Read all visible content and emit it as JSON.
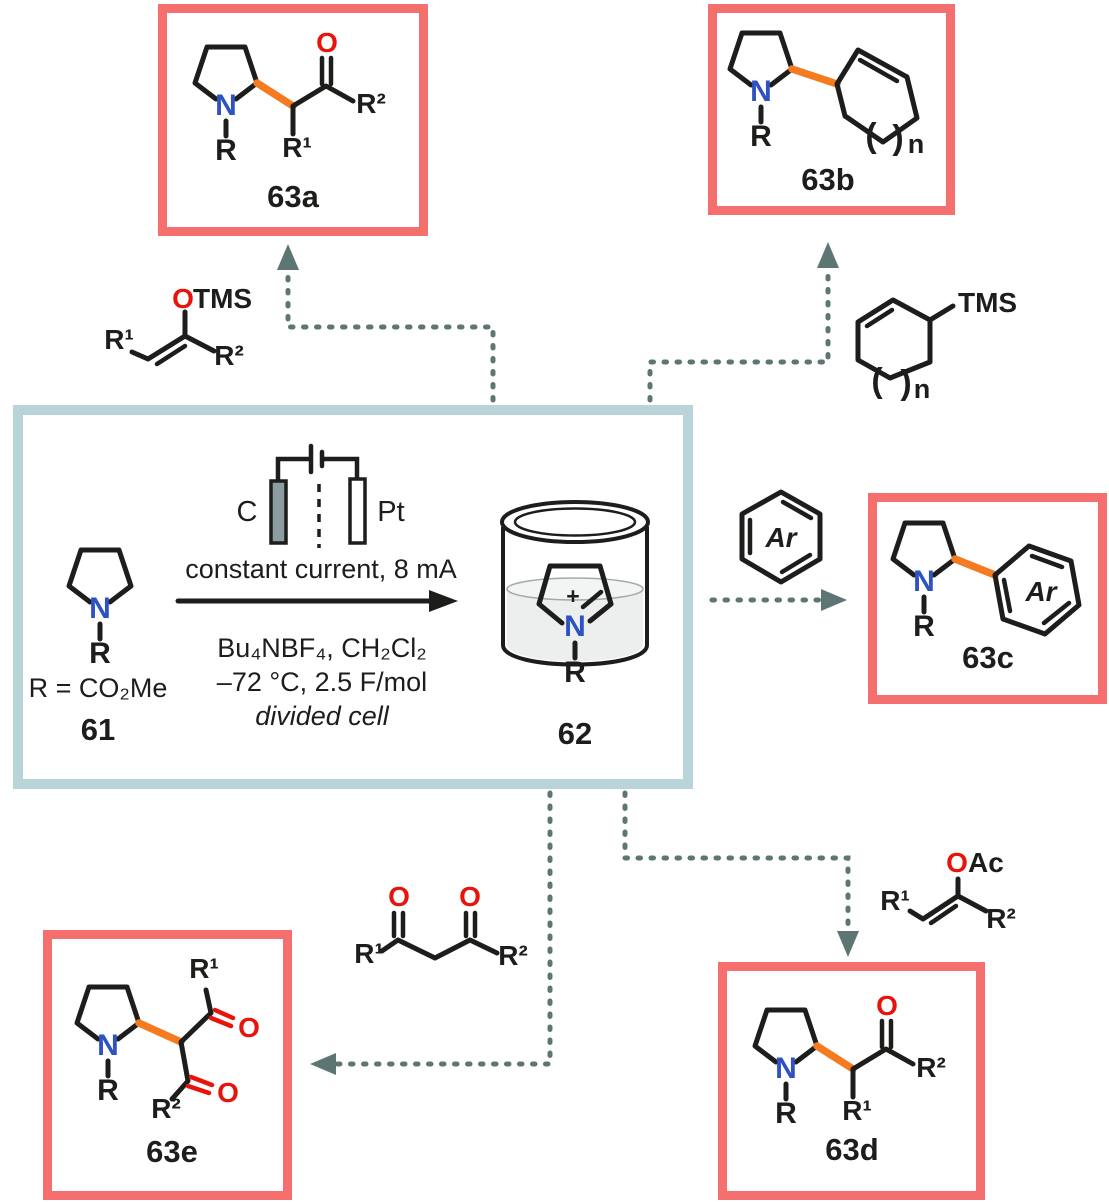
{
  "figure": {
    "compounds": {
      "c61": "61",
      "c62": "62",
      "c63a": "63a",
      "c63b": "63b",
      "c63c": "63c",
      "c63d": "63d",
      "c63e": "63e"
    },
    "atoms": {
      "N": "N",
      "R": "R",
      "R1": "R¹",
      "R2": "R²",
      "O": "O",
      "plus": "+",
      "TMS": "TMS",
      "Ac": "Ac",
      "Ar": "Ar",
      "n": "n",
      "lparen": "(",
      "rparen": ")"
    },
    "electrodes": {
      "left": "C",
      "right": "Pt"
    },
    "conditions": {
      "above": "constant current, 8 mA",
      "line1": "Bu₄NBF₄, CH₂Cl₂",
      "line2": "–72 °C, 2.5 F/mol",
      "line3": "divided cell",
      "r_definition": "R = CO₂Me"
    },
    "colors": {
      "product_box_border": "#f56f6f",
      "substrate_box_border": "#b8d4d8",
      "highlight_bond": "#f47b20",
      "nitrogen": "#2f52c3",
      "oxygen": "#e8130b",
      "dashed_arrow": "#5e7673",
      "bond": "#1d1d1b"
    }
  }
}
